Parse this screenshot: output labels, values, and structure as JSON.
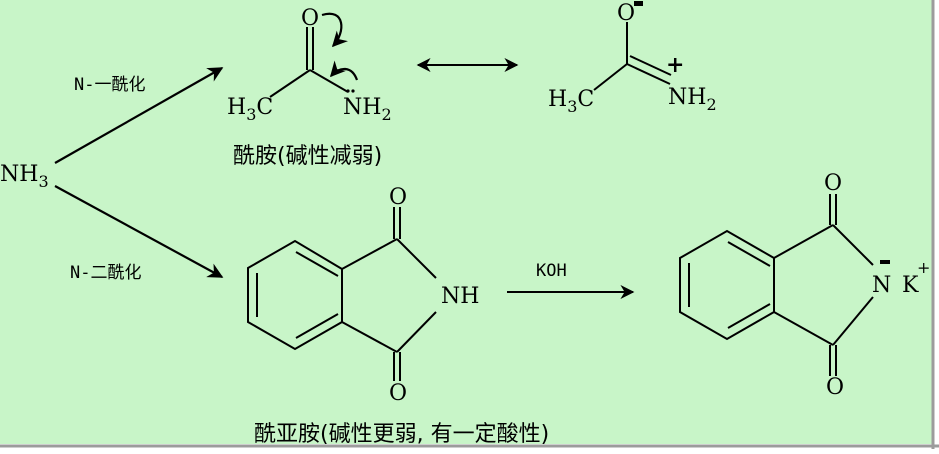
{
  "colors": {
    "background": "#c8f5c8",
    "ink": "#000000",
    "frame": "#9c9c9c"
  },
  "reagent": {
    "label": "NH",
    "sub": "3"
  },
  "paths": {
    "mono": "N-一酰化",
    "di": "N-二酰化"
  },
  "amide": {
    "o_label": "O",
    "c_label": "H",
    "c_sub": "3",
    "c_tail": "C",
    "n_label": "NH",
    "n_sub": "2",
    "caption": "酰胺(碱性减弱)"
  },
  "resonance": {
    "o_label": "O",
    "o_charge": "-",
    "c_label": "H",
    "c_sub": "3",
    "c_tail": "C",
    "n_charge": "+",
    "n_label": "NH",
    "n_sub": "2"
  },
  "imide": {
    "o_top": "O",
    "o_bottom": "O",
    "nh_label": "NH",
    "caption": "酰亚胺(碱性更弱, 有一定酸性)"
  },
  "reaction": {
    "reagent": "KOH"
  },
  "salt": {
    "o_top": "O",
    "o_bottom": "O",
    "n_label": "N",
    "n_charge": "-",
    "cation": "K",
    "cation_charge": "+"
  }
}
